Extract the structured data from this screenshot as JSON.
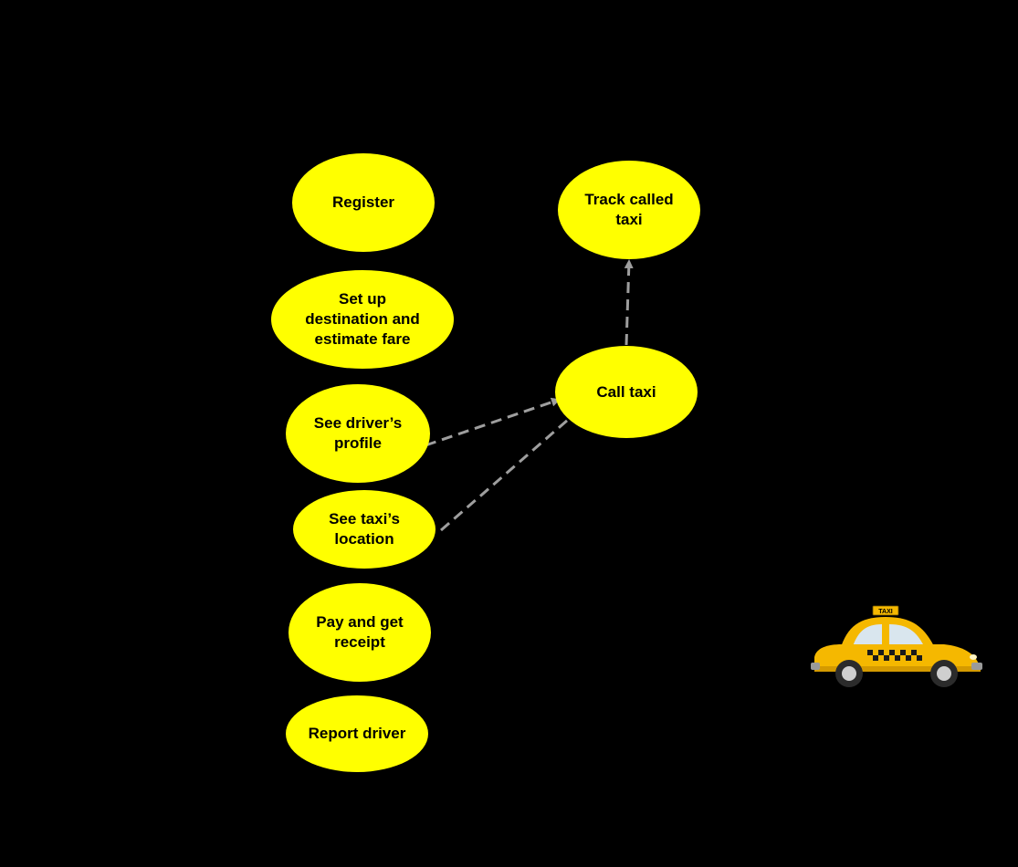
{
  "diagram": {
    "background_color": "#000000",
    "usecase_fill": "#FFFF00",
    "connector_color": "#9E9E9E",
    "use_cases": {
      "register": "Register",
      "setup_destination": "Set up\ndestination and\nestimate fare",
      "see_driver_profile": "See driver’s\nprofile",
      "see_taxi_location": "See taxi’s\nlocation",
      "pay_receipt": "Pay and get\nreceipt",
      "report_driver": "Report driver",
      "track_called_taxi": "Track called\ntaxi",
      "call_taxi": "Call taxi"
    },
    "relationships": [
      {
        "from": "see_driver_profile",
        "to": "call_taxi",
        "style": "dashed"
      },
      {
        "from": "see_taxi_location",
        "to": "call_taxi",
        "style": "dashed"
      },
      {
        "from": "call_taxi",
        "to": "track_called_taxi",
        "style": "dashed"
      }
    ],
    "illustration": {
      "icon": "taxi-car-icon",
      "roof_sign": "TAXI",
      "body_color": "#F5B800",
      "checker_color": "#1A1A1A"
    }
  }
}
